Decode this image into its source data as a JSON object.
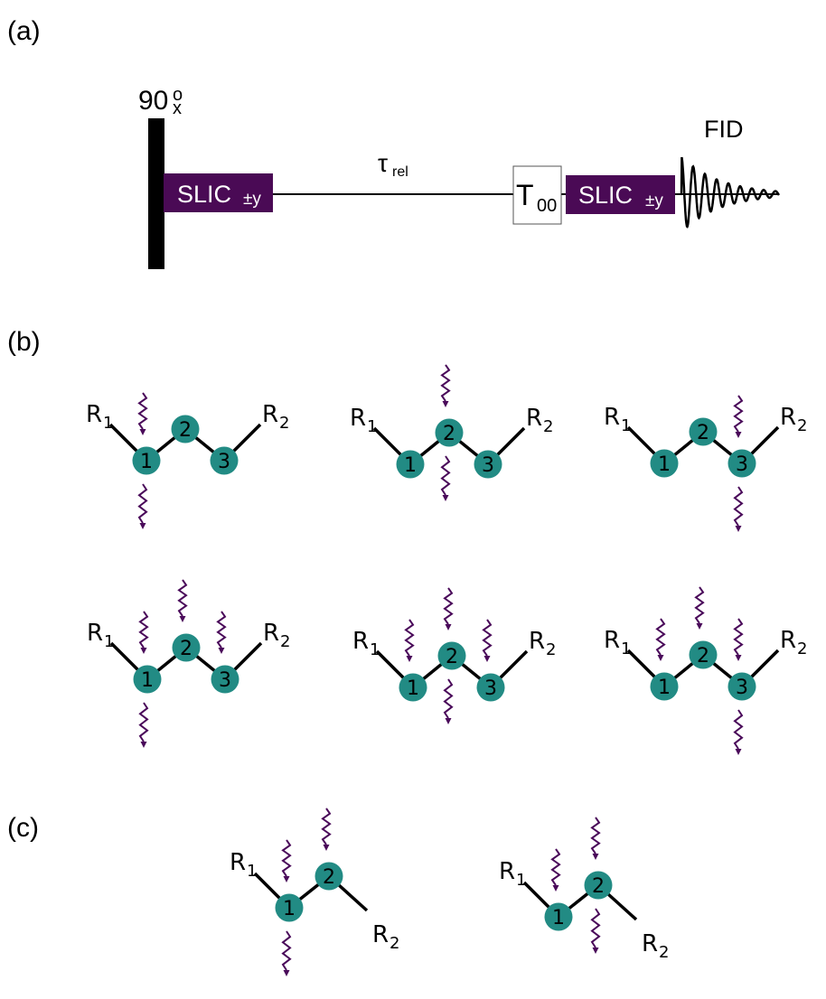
{
  "colors": {
    "pulse_block": "#4a0a55",
    "atom_fill": "#228b84",
    "arrow": "#4a0a5a",
    "line": "#000000"
  },
  "panel_a": {
    "label": "(a)",
    "pulse": {
      "main": "90",
      "superscript": "o",
      "subscript": "x"
    },
    "slic_1": {
      "main": "SLIC",
      "subscript": "±y"
    },
    "delay": {
      "main": "τ",
      "subscript": "rel"
    },
    "filter": {
      "main": "T",
      "subscript": "00"
    },
    "slic_2": {
      "main": "SLIC",
      "subscript": "±y"
    },
    "acquisition": "FID"
  },
  "panel_b": {
    "label": "(b)",
    "molecules": [
      {
        "atoms": [
          "1",
          "2",
          "3"
        ],
        "r_left": "R",
        "r_left_sub": "1",
        "r_right": "R",
        "r_right_sub": "2",
        "arrows": [
          {
            "atom": 1,
            "side": "above"
          },
          {
            "atom": 1,
            "side": "below"
          }
        ]
      },
      {
        "atoms": [
          "1",
          "2",
          "3"
        ],
        "r_left": "R",
        "r_left_sub": "1",
        "r_right": "R",
        "r_right_sub": "2",
        "arrows": [
          {
            "atom": 2,
            "side": "above"
          },
          {
            "atom": 2,
            "side": "below"
          }
        ]
      },
      {
        "atoms": [
          "1",
          "2",
          "3"
        ],
        "r_left": "R",
        "r_left_sub": "1",
        "r_right": "R",
        "r_right_sub": "2",
        "arrows": [
          {
            "atom": 3,
            "side": "above"
          },
          {
            "atom": 3,
            "side": "below"
          }
        ]
      },
      {
        "atoms": [
          "1",
          "2",
          "3"
        ],
        "r_left": "R",
        "r_left_sub": "1",
        "r_right": "R",
        "r_right_sub": "2",
        "arrows": [
          {
            "atom": 1,
            "side": "above"
          },
          {
            "atom": 2,
            "side": "above"
          },
          {
            "atom": 3,
            "side": "above"
          },
          {
            "atom": 1,
            "side": "below"
          }
        ]
      },
      {
        "atoms": [
          "1",
          "2",
          "3"
        ],
        "r_left": "R",
        "r_left_sub": "1",
        "r_right": "R",
        "r_right_sub": "2",
        "arrows": [
          {
            "atom": 1,
            "side": "above"
          },
          {
            "atom": 2,
            "side": "above"
          },
          {
            "atom": 3,
            "side": "above"
          },
          {
            "atom": 2,
            "side": "below"
          }
        ]
      },
      {
        "atoms": [
          "1",
          "2",
          "3"
        ],
        "r_left": "R",
        "r_left_sub": "1",
        "r_right": "R",
        "r_right_sub": "2",
        "arrows": [
          {
            "atom": 1,
            "side": "above"
          },
          {
            "atom": 2,
            "side": "above"
          },
          {
            "atom": 3,
            "side": "above"
          },
          {
            "atom": 3,
            "side": "below"
          }
        ]
      }
    ]
  },
  "panel_c": {
    "label": "(c)",
    "molecules": [
      {
        "atoms": [
          "1",
          "2"
        ],
        "r_left": "R",
        "r_left_sub": "1",
        "r_right": "R",
        "r_right_sub": "2",
        "arrows": [
          {
            "atom": 1,
            "side": "above"
          },
          {
            "atom": 2,
            "side": "above"
          },
          {
            "atom": 1,
            "side": "below"
          }
        ]
      },
      {
        "atoms": [
          "1",
          "2"
        ],
        "r_left": "R",
        "r_left_sub": "1",
        "r_right": "R",
        "r_right_sub": "2",
        "arrows": [
          {
            "atom": 1,
            "side": "above"
          },
          {
            "atom": 2,
            "side": "above"
          },
          {
            "atom": 2,
            "side": "below"
          }
        ]
      }
    ]
  }
}
